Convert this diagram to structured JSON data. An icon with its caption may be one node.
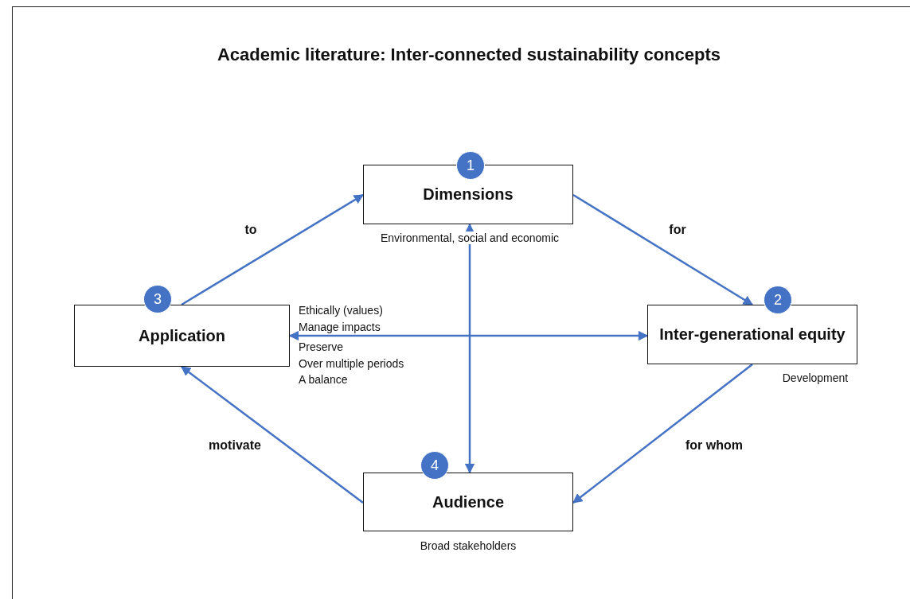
{
  "diagram": {
    "title": "Academic literature: Inter-connected sustainability concepts",
    "nodes": [
      {
        "text": [
          "Dimensions"
        ],
        "beside": [
          "Environmental, social and economic"
        ]
      },
      {
        "text": [
          "Inter-generational equity"
        ],
        "beside": [
          "Development"
        ]
      },
      {
        "text": [
          "Application"
        ]
      },
      {
        "text": [
          "Audience"
        ],
        "beside": [
          "Broad stakeholders"
        ]
      },
      {
        "text": [
          "1"
        ]
      },
      {
        "text": [
          "2"
        ]
      },
      {
        "text": [
          "3"
        ]
      },
      {
        "text": [
          "4"
        ]
      }
    ],
    "edges": [
      {
        "from": 2,
        "to": 0,
        "arrow": "to",
        "label": "to"
      },
      {
        "from": 0,
        "to": 1,
        "arrow": "to",
        "label": "for"
      },
      {
        "from": 1,
        "to": 3,
        "arrow": "to",
        "label": "for whom"
      },
      {
        "from": 3,
        "to": 2,
        "arrow": "to",
        "label": "motivate"
      },
      {
        "from": 0,
        "to": 3,
        "arrow": "both"
      },
      {
        "from": 2,
        "to": 1,
        "arrow": "both"
      }
    ],
    "labels": [
      "Ethically (values)",
      "Manage impacts",
      "Preserve",
      "Over multiple periods",
      "A balance"
    ]
  }
}
